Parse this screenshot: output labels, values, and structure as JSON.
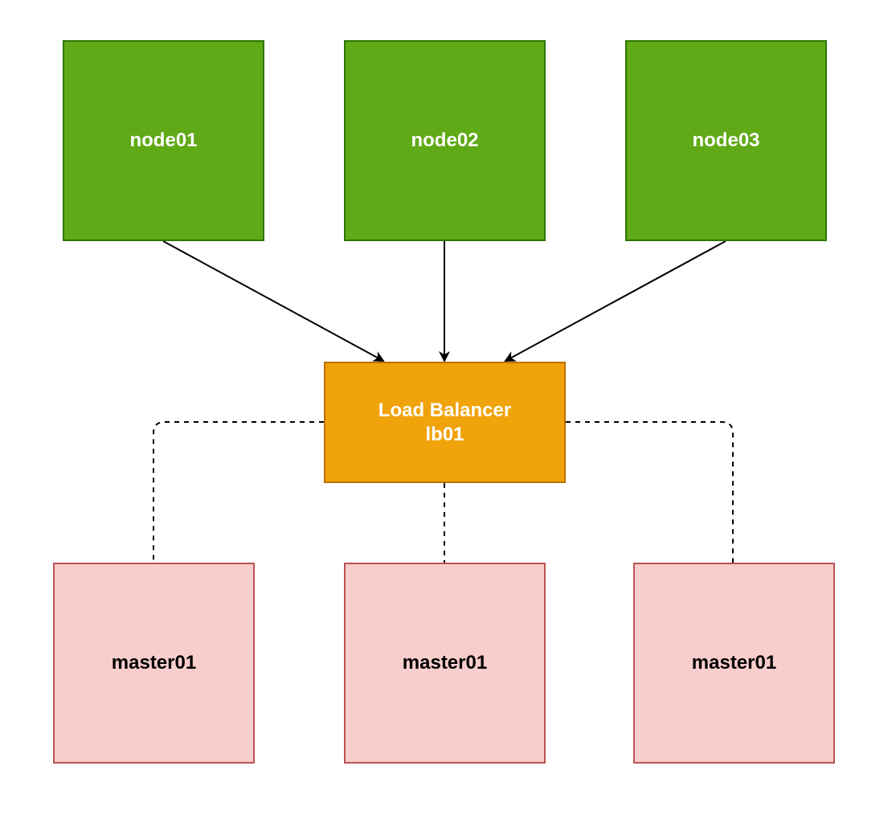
{
  "nodes": [
    {
      "label": "node01"
    },
    {
      "label": "node02"
    },
    {
      "label": "node03"
    }
  ],
  "load_balancer": {
    "title": "Load Balancer",
    "name": "lb01"
  },
  "masters": [
    {
      "label": "master01"
    },
    {
      "label": "master01"
    },
    {
      "label": "master01"
    }
  ],
  "colors": {
    "node_fill": "#60a917",
    "node_stroke": "#2d7600",
    "load_balancer_fill": "#f0a30a",
    "load_balancer_stroke": "#bd7000",
    "master_fill": "#f8cecc",
    "master_stroke": "#b85450",
    "edge": "#000000"
  }
}
